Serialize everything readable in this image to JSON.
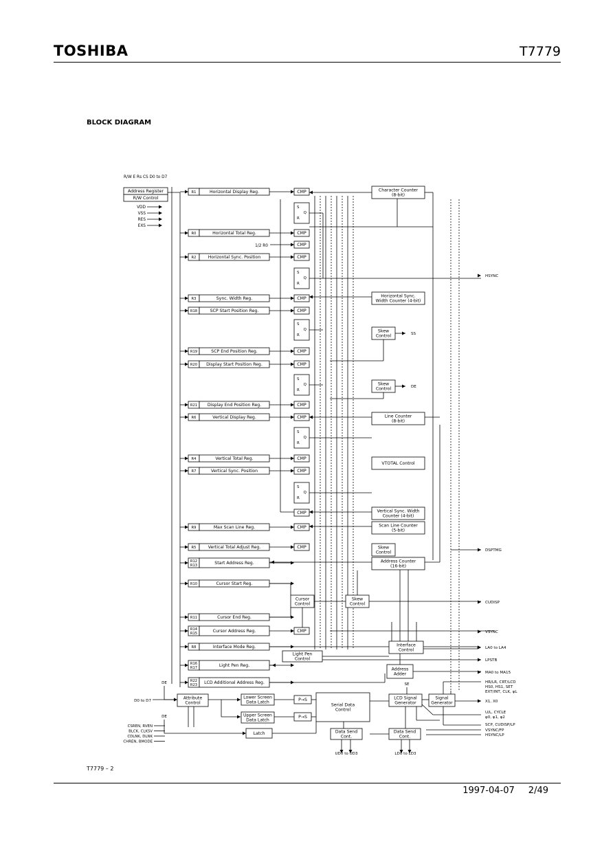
{
  "header": {
    "brand": "TOSHIBA",
    "part_number": "T7779"
  },
  "section_title": "BLOCK DIAGRAM",
  "figure_label": "T7779 – 2",
  "footer": {
    "date": "1997-04-07",
    "page": "2/49"
  },
  "diagram": {
    "host_inputs": "R/W  E  Rs  CS  D0 to D7",
    "address_register": "Address Register",
    "rw_control": "R/W Control",
    "power_pins": [
      "VDD",
      "VSS",
      "RES",
      "EXS"
    ],
    "registers": [
      {
        "id": "R1",
        "label": "Horizontal Display Reg."
      },
      {
        "id": "R0",
        "label": "Horizontal Total Reg."
      },
      {
        "id": "R0b",
        "label": "1/2 R0"
      },
      {
        "id": "R2",
        "label": "Horizontal Sync. Position"
      },
      {
        "id": "R3",
        "label": "Sync. Width Reg."
      },
      {
        "id": "R18",
        "label": "SCP Start Position Reg."
      },
      {
        "id": "R19",
        "label": "SCP End Position Reg."
      },
      {
        "id": "R20",
        "label": "Display Start Position Reg."
      },
      {
        "id": "R21",
        "label": "Display End Position Reg."
      },
      {
        "id": "R6",
        "label": "Vertical Display Reg."
      },
      {
        "id": "R4",
        "label": "Vertical Total Reg."
      },
      {
        "id": "R7",
        "label": "Vertical Sync. Position"
      },
      {
        "id": "R9",
        "label": "Max Scan Line Reg."
      },
      {
        "id": "R5",
        "label": "Vertical Total Adjust Reg."
      },
      {
        "id": "R12/R13",
        "label": "Start Address Reg."
      },
      {
        "id": "R10",
        "label": "Cursor Start Reg."
      },
      {
        "id": "R11",
        "label": "Cursor End Reg."
      },
      {
        "id": "R14/R15",
        "label": "Cursor Address Reg."
      },
      {
        "id": "R8",
        "label": "Interface Mode Reg."
      },
      {
        "id": "R16/R17",
        "label": "Light Pen Reg."
      },
      {
        "id": "R22/R23",
        "label": "LCD Additional Address Reg."
      }
    ],
    "cmp_label": "CMP",
    "ff_s": "S",
    "ff_r": "R",
    "ff_q": "Q",
    "counters": {
      "char_counter": [
        "Character Counter",
        "(8-bit)"
      ],
      "hsync_width": [
        "Horizontal Sync.",
        "Width Counter (4-bit)"
      ],
      "skew1": [
        "Skew",
        "Control"
      ],
      "skew2": [
        "Skew",
        "Control"
      ],
      "line_counter": [
        "Line Counter",
        "(8-bit)"
      ],
      "vtotal": [
        "VTOTAL Control"
      ],
      "vsync_width": [
        "Vertical Sync. Width",
        "Counter (4-bit)"
      ],
      "scan_line": [
        "Scan Line Counter",
        "(5-bit)"
      ],
      "skew3": [
        "Skew",
        "Control"
      ],
      "address_counter": [
        "Address Counter",
        "(16-bit)"
      ],
      "cursor_control": [
        "Cursor",
        "Control"
      ],
      "skew4": [
        "Skew",
        "Control"
      ],
      "interface_control": [
        "Interface",
        "Control"
      ],
      "light_pen_control": [
        "Light Pen",
        "Control"
      ],
      "address_adder": [
        "Address",
        "Adder"
      ]
    },
    "bottom": {
      "de_label": "DE",
      "d_input": "D0 to D7",
      "attribute_control": [
        "Attribute",
        "Control"
      ],
      "lower_latch": [
        "Lower Screen",
        "Data Latch"
      ],
      "upper_latch": [
        "Upper Screen",
        "Data Latch"
      ],
      "ps1": "P→S",
      "ps2": "P→S",
      "serial_data": [
        "Serial Data",
        "Control"
      ],
      "lcd_signal": [
        "LCD Signal",
        "Generator"
      ],
      "signal_gen": [
        "Signal",
        "Generator"
      ],
      "latch": "Latch",
      "data_send1": [
        "Data Send",
        "Cont."
      ],
      "data_send2": [
        "Data Send",
        "Cont."
      ],
      "left_inputs": [
        "CSREN, RVEN",
        "BLCK, CLKSV",
        "CDLNK, DLNK",
        "CHREN, BMODE"
      ],
      "udo_out": "UD0 to UD3",
      "ldo_out": "LD0 to LD3",
      "se_label": "SE"
    },
    "outputs": [
      "HSYNC",
      "SS",
      "DE",
      "DSPTMG",
      "CUDISP",
      "VSYNC",
      "LA0 to LA4",
      "LPSTB",
      "MA0 to MA15",
      "HR/LR, CRT/LCD",
      "HS0, HS1, SET",
      "EXT/INT, CLK, φL",
      "X1, X0",
      "U/L, CYCLE",
      "φ0, φ1, φ2",
      "SCP, CUDISP/LP",
      "VSYNC/FP",
      "HSYNC/LP"
    ]
  }
}
